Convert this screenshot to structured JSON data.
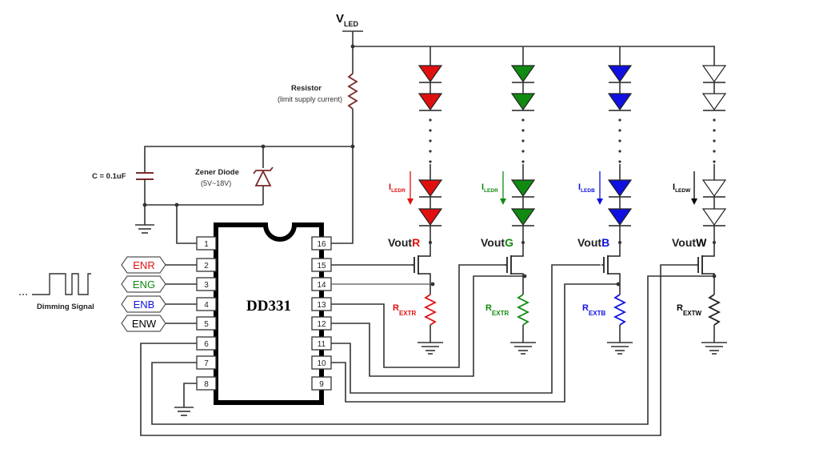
{
  "supply": {
    "label_main": "V",
    "label_sub": "LED"
  },
  "resistor": {
    "title": "Resistor",
    "note": "(limit supply current)"
  },
  "capacitor": {
    "label": "C = 0.1uF"
  },
  "zener": {
    "title": "Zener Diode",
    "note": "(5V~18V)"
  },
  "chip": {
    "name": "DD331"
  },
  "pins_left": [
    "1",
    "2",
    "3",
    "4",
    "5",
    "6",
    "7",
    "8"
  ],
  "pins_right": [
    "16",
    "15",
    "14",
    "13",
    "12",
    "11",
    "10",
    "9"
  ],
  "enables": [
    {
      "label": "ENR",
      "color": "#e01010"
    },
    {
      "label": "ENG",
      "color": "#108a10"
    },
    {
      "label": "ENB",
      "color": "#1010e0"
    },
    {
      "label": "ENW",
      "color": "#000000"
    }
  ],
  "dimming": {
    "label": "Dimming Signal"
  },
  "channels": [
    {
      "id": "R",
      "color": "#e01010",
      "current_main": "I",
      "current_sub": "LEDR",
      "vout_prefix": "Vout",
      "vout_suffix": "R",
      "rext_main": "R",
      "rext_sub": "EXTR"
    },
    {
      "id": "G",
      "color": "#108a10",
      "current_main": "I",
      "current_sub": "LEDR",
      "vout_prefix": "Vout",
      "vout_suffix": "G",
      "rext_main": "R",
      "rext_sub": "EXTR"
    },
    {
      "id": "B",
      "color": "#1010e0",
      "current_main": "I",
      "current_sub": "LEDB",
      "vout_prefix": "Vout",
      "vout_suffix": "B",
      "rext_main": "R",
      "rext_sub": "EXTB"
    },
    {
      "id": "W",
      "color": "#ffffff",
      "current_main": "I",
      "current_sub": "LEDW",
      "vout_prefix": "Vout",
      "vout_suffix": "W",
      "rext_main": "R",
      "rext_sub": "EXTW"
    }
  ]
}
